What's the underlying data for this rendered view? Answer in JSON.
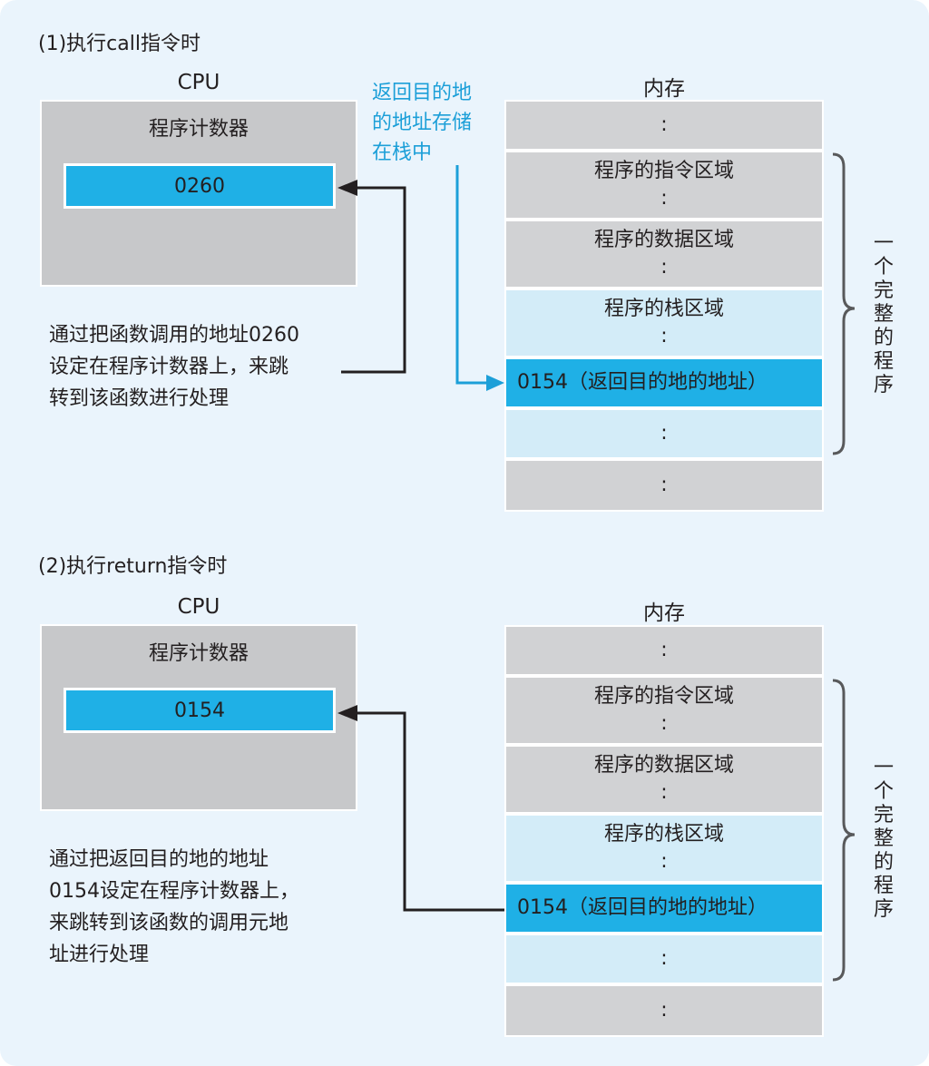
{
  "part1": {
    "title": "(1)执行call指令时",
    "cpu_label": "CPU",
    "pc_label": "程序计数器",
    "pc_value": "0260",
    "memory_label": "内存",
    "note_lines": [
      "返回目的地",
      "的地址存储",
      "在栈中"
    ],
    "desc_lines": [
      "通过把函数调用的地址0260",
      "设定在程序计数器上，来跳",
      "转到该函数进行处理"
    ],
    "cells": [
      {
        "line1": ":",
        "line2": ""
      },
      {
        "line1": "程序的指令区域",
        "line2": ":"
      },
      {
        "line1": "程序的数据区域",
        "line2": ":"
      },
      {
        "line1": "程序的栈区域",
        "line2": ":"
      },
      {
        "line1": "0154（返回目的地的地址）",
        "line2": ""
      },
      {
        "line1": ":",
        "line2": ""
      },
      {
        "line1": ":",
        "line2": ""
      }
    ],
    "side_label_chars": [
      "一",
      "个",
      "完",
      "整",
      "的",
      "程",
      "序"
    ]
  },
  "part2": {
    "title": "(2)执行return指令时",
    "cpu_label": "CPU",
    "pc_label": "程序计数器",
    "pc_value": "0154",
    "memory_label": "内存",
    "desc_lines": [
      "通过把返回目的地的地址",
      "0154设定在程序计数器上，",
      "来跳转到该函数的调用元地",
      "址进行处理"
    ],
    "cells": [
      {
        "line1": ":",
        "line2": ""
      },
      {
        "line1": "程序的指令区域",
        "line2": ":"
      },
      {
        "line1": "程序的数据区域",
        "line2": ":"
      },
      {
        "line1": "程序的栈区域",
        "line2": ":"
      },
      {
        "line1": "0154（返回目的地的地址）",
        "line2": ""
      },
      {
        "line1": ":",
        "line2": ""
      },
      {
        "line1": ":",
        "line2": ""
      }
    ],
    "side_label_chars": [
      "一",
      "个",
      "完",
      "整",
      "的",
      "程",
      "序"
    ]
  },
  "colors": {
    "background": "#eaf4fc",
    "cpu_box": "#c7c8ca",
    "register_blue": "#1fb0e6",
    "memory_gray": "#d1d2d4",
    "memory_light_blue": "#d3ecf8",
    "note_text": "#1c9fd8",
    "arrow_dark": "#231f20"
  }
}
